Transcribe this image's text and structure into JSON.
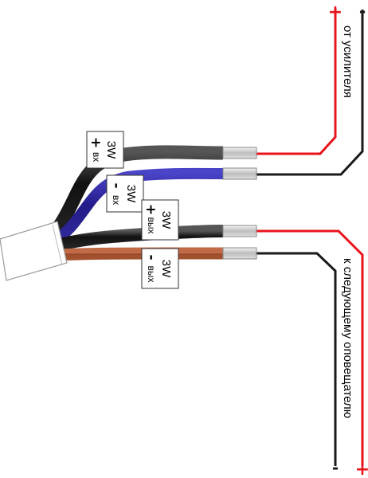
{
  "top_terminals": {
    "plus": "+",
    "minus": "-"
  },
  "bottom_terminals": {
    "minus": "-",
    "plus": "+"
  },
  "label_from_amplifier": "от усилителя",
  "label_to_next": "к следующему оповещателю",
  "tags": [
    {
      "power": "3W",
      "sign": "+",
      "text": "вх"
    },
    {
      "power": "3W",
      "sign": "-",
      "text": "вх"
    },
    {
      "power": "3W",
      "sign": "+",
      "text": "вых"
    },
    {
      "power": "3W",
      "sign": "-",
      "text": "вых"
    }
  ],
  "colors": {
    "red": "#e8141c",
    "black": "#1a1a1a",
    "blue": "#2a2299",
    "brown": "#9c4a2c",
    "sleeve": "#cfcfcf"
  }
}
